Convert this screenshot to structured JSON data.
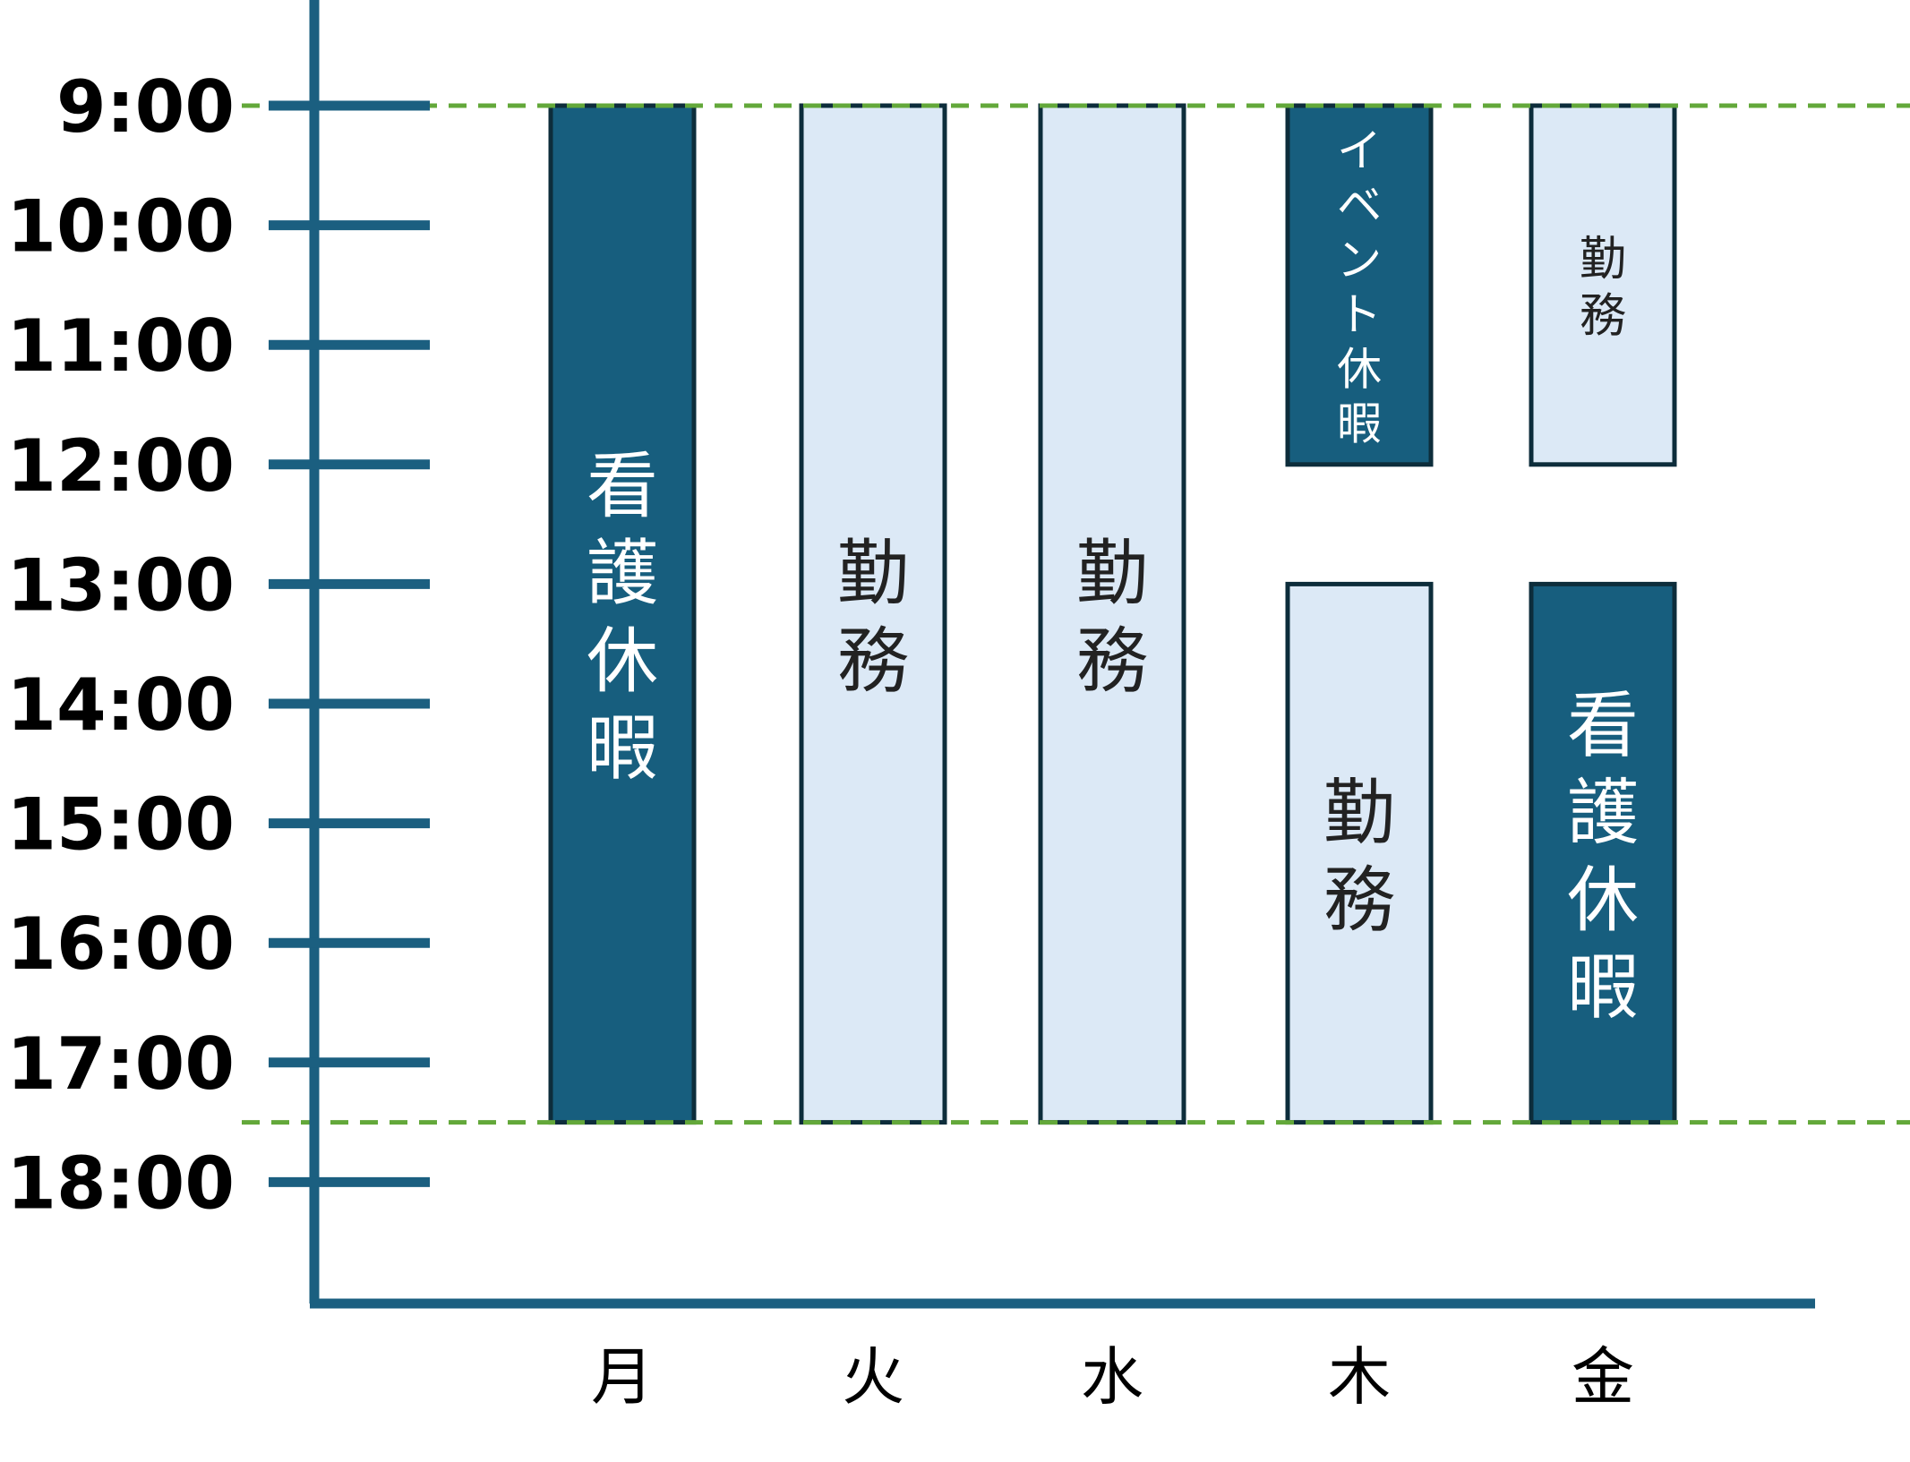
{
  "chart_data": {
    "type": "timeline",
    "time_labels": [
      "9:00",
      "10:00",
      "11:00",
      "12:00",
      "13:00",
      "14:00",
      "15:00",
      "16:00",
      "17:00",
      "18:00"
    ],
    "days": [
      "月",
      "火",
      "水",
      "木",
      "金"
    ],
    "core_hours": {
      "start": 9,
      "end": 17.5
    },
    "blocks": [
      {
        "day": 0,
        "start": 9,
        "end": 17.5,
        "label": "看護休暇",
        "kind": "leave"
      },
      {
        "day": 1,
        "start": 9,
        "end": 17.5,
        "label": "勤務",
        "kind": "work"
      },
      {
        "day": 2,
        "start": 9,
        "end": 17.5,
        "label": "勤務",
        "kind": "work"
      },
      {
        "day": 3,
        "start": 9,
        "end": 12,
        "label": "イベント休暇",
        "kind": "leave"
      },
      {
        "day": 3,
        "start": 13,
        "end": 17.5,
        "label": "勤務",
        "kind": "work"
      },
      {
        "day": 4,
        "start": 9,
        "end": 12,
        "label": "勤務",
        "kind": "work"
      },
      {
        "day": 4,
        "start": 13,
        "end": 17.5,
        "label": "看護休暇",
        "kind": "leave"
      }
    ],
    "colors": {
      "axis": "#1b5f80",
      "leave_fill": "#175e7e",
      "work_fill": "#dce9f6",
      "border": "#0d2d3b",
      "guide": "#63a83a",
      "leave_text": "#ffffff",
      "work_text": "#222222"
    }
  }
}
